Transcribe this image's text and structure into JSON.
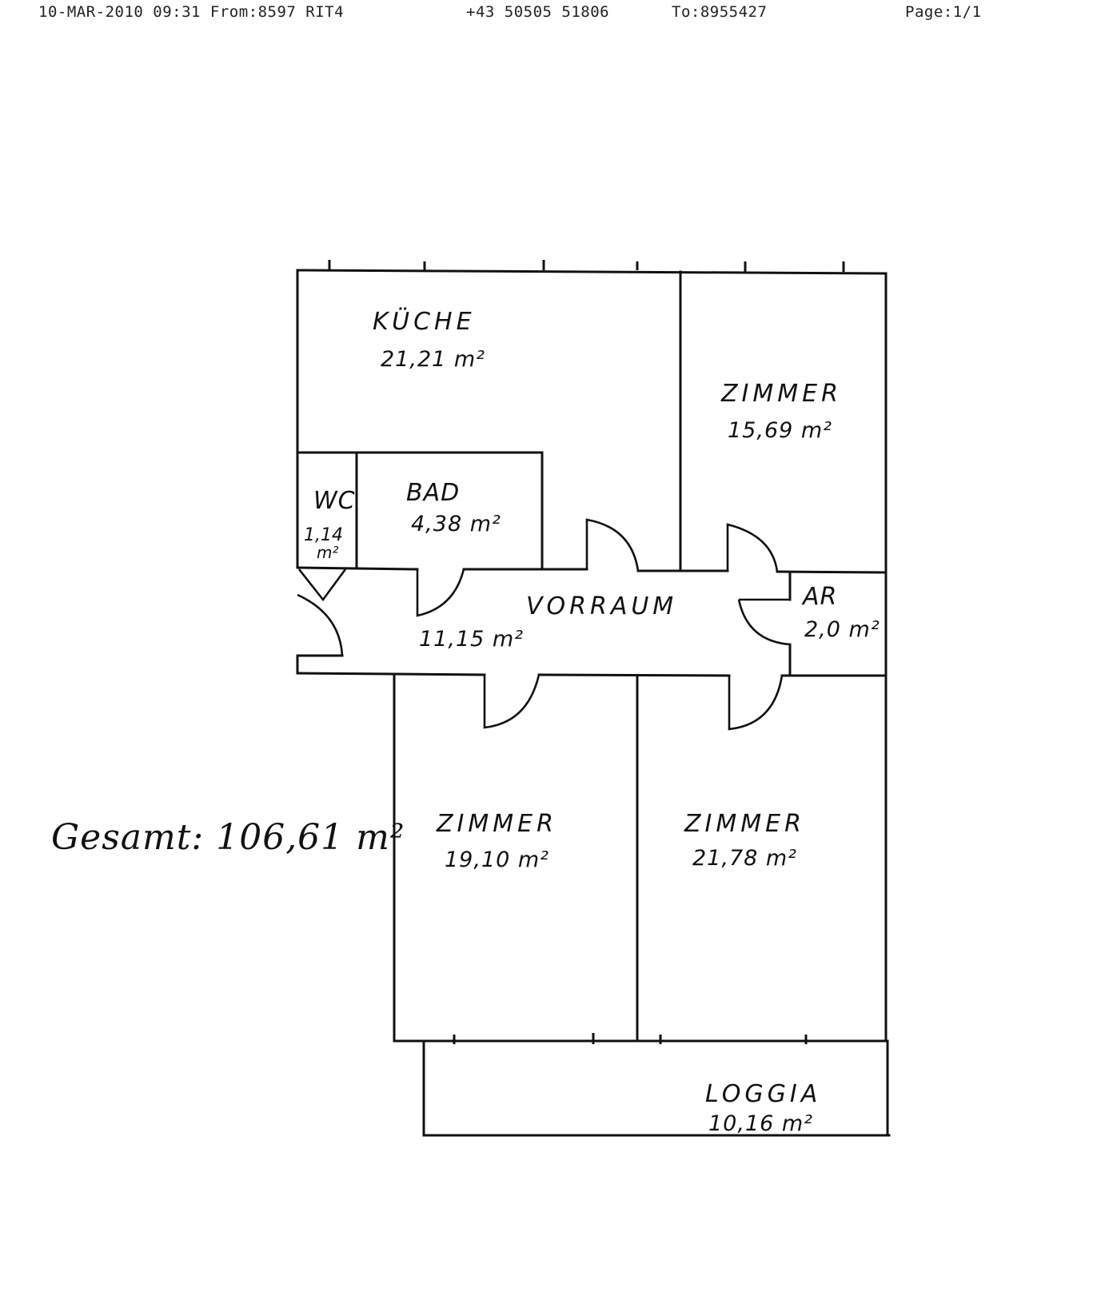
{
  "fax_header": {
    "datetime_from": "10-MAR-2010 09:31 From:8597 RIT4",
    "phone": "+43 50505 51806",
    "to": "To:8955427",
    "page": "Page:1/1"
  },
  "rooms": {
    "kueche": {
      "label": "KÜCHE",
      "area": "21,21 m²"
    },
    "zimmer_top_right": {
      "label": "ZIMMER",
      "area": "15,69 m²"
    },
    "wc": {
      "label": "WC",
      "area": "1,14",
      "unit": "m²"
    },
    "bad": {
      "label": "BAD",
      "area": "4,38 m²"
    },
    "vorraum": {
      "label": "VORRAUM",
      "area": "11,15 m²"
    },
    "ar": {
      "label": "AR",
      "area": "2,0 m²"
    },
    "zimmer_bottom_left": {
      "label": "ZIMMER",
      "area": "19,10 m²"
    },
    "zimmer_bottom_right": {
      "label": "ZIMMER",
      "area": "21,78 m²"
    },
    "loggia": {
      "label": "LOGGIA",
      "area": "10,16 m²"
    }
  },
  "total": {
    "text": "Gesamt: 106,61 m²"
  }
}
